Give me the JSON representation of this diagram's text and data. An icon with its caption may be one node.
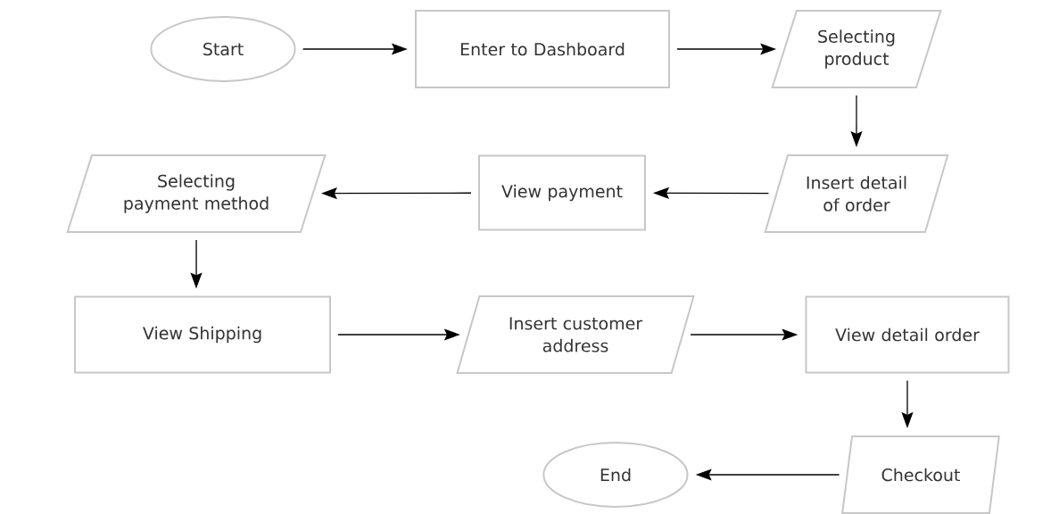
{
  "diagram": {
    "nodes": [
      {
        "text": [
          "Start"
        ]
      },
      {
        "text": [
          "Enter to Dashboard"
        ]
      },
      {
        "text": [
          "Selecting product"
        ]
      },
      {
        "text": [
          "Insert detail of order"
        ]
      },
      {
        "text": [
          "View payment"
        ]
      },
      {
        "text": [
          "Selecting payment method"
        ]
      },
      {
        "text": [
          "View Shipping"
        ]
      },
      {
        "text": [
          "Insert customer address"
        ]
      },
      {
        "text": [
          "View detail order"
        ]
      },
      {
        "text": [
          "Checkout"
        ]
      },
      {
        "text": [
          "End"
        ]
      }
    ],
    "edges": [
      {
        "from": 0,
        "to": 1,
        "arrow": "to"
      },
      {
        "from": 1,
        "to": 2,
        "arrow": "to"
      },
      {
        "from": 2,
        "to": 3,
        "arrow": "to"
      },
      {
        "from": 3,
        "to": 4,
        "arrow": "to"
      },
      {
        "from": 4,
        "to": 5,
        "arrow": "to"
      },
      {
        "from": 5,
        "to": 6,
        "arrow": "to"
      },
      {
        "from": 6,
        "to": 7,
        "arrow": "to"
      },
      {
        "from": 7,
        "to": 8,
        "arrow": "to"
      },
      {
        "from": 8,
        "to": 9,
        "arrow": "to"
      },
      {
        "from": 9,
        "to": 10,
        "arrow": "to"
      }
    ]
  }
}
